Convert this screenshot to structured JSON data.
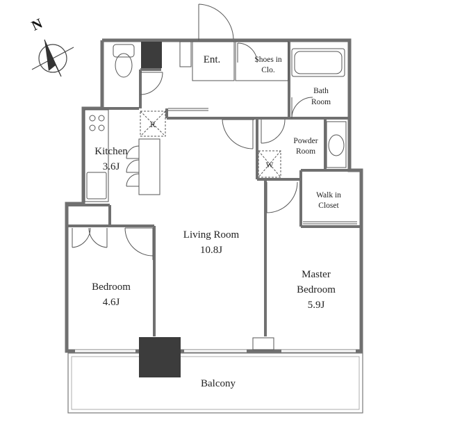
{
  "compass": {
    "north_label": "N"
  },
  "rooms": {
    "entrance": "Ent.",
    "shoes_closet": [
      "Shoes in",
      "Clo."
    ],
    "bath_room": [
      "Bath",
      "Room"
    ],
    "powder_room": [
      "Powder",
      "Room"
    ],
    "kitchen": [
      "Kitchen",
      "3.6J"
    ],
    "walk_in_closet": [
      "Walk in",
      "Closet"
    ],
    "living_room": [
      "Living Room",
      "10.8J"
    ],
    "bedroom": [
      "Bedroom",
      "4.6J"
    ],
    "master_bedroom": [
      "Master",
      "Bedroom",
      "5.9J"
    ],
    "balcony": "Balcony"
  },
  "fixtures": {
    "refrigerator_mark": "R",
    "washer_mark": "W"
  },
  "colors": {
    "wall": "#707070",
    "ink": "#555555",
    "pillar": "#3c3c3c"
  }
}
